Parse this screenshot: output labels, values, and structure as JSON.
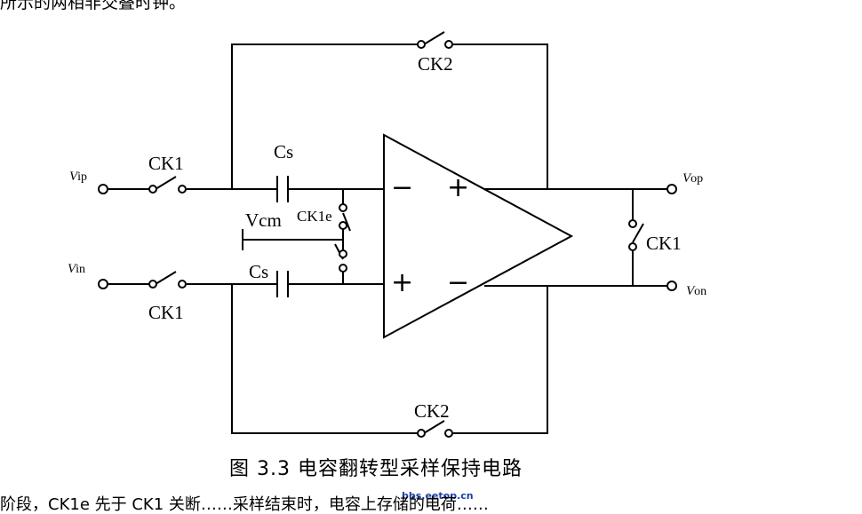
{
  "header_text": "所示的两相非交叠时钟。",
  "labels": {
    "ck2_top": "CK2",
    "ck2_bottom": "CK2",
    "ck1_vip": "CK1",
    "ck1_vin": "CK1",
    "ck1_right": "CK1",
    "ck1e": "CK1e",
    "cs_top": "Cs",
    "cs_bottom": "Cs",
    "vcm": "Vcm",
    "vip_main": "V",
    "vip_sub": "ip",
    "vin_main": "V",
    "vin_sub": "in",
    "vop_main": "V",
    "vop_sub": "op",
    "von_main": "V",
    "von_sub": "on",
    "opamp_in_top": "−",
    "opamp_in_bottom": "+",
    "opamp_out_top": "+",
    "opamp_out_bottom": "−"
  },
  "caption": "图 3.3  电容翻转型采样保持电路",
  "watermark": "bbs.eetop.cn",
  "footer_text": "阶段，CK1e 先于 CK1 关断……采样结束时，电容上存储的电荷……"
}
